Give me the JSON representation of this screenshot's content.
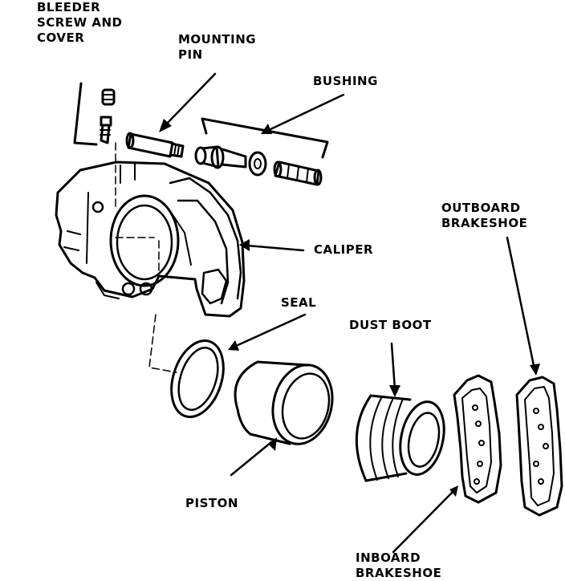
{
  "labels": {
    "bleeder": [
      "BLEEDER",
      "SCREW AND",
      "COVER"
    ],
    "mounting_pin": [
      "MOUNTING",
      "PIN"
    ],
    "bushing": [
      "BUSHING"
    ],
    "caliper": [
      "CALIPER"
    ],
    "outboard": [
      "OUTBOARD",
      "BRAKESHOE"
    ],
    "seal": [
      "SEAL"
    ],
    "dust_boot": [
      "DUST BOOT"
    ],
    "piston": [
      "PISTON"
    ],
    "inboard": [
      "INBOARD",
      "BRAKESHOE"
    ]
  },
  "colors": {
    "ink": "#000000",
    "paper": "#ffffff"
  }
}
